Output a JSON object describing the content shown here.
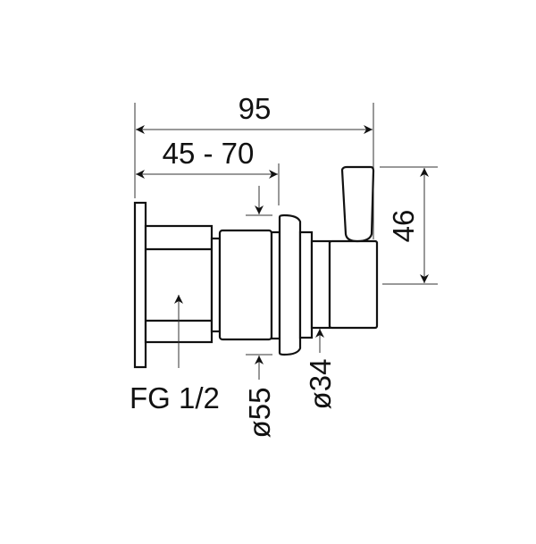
{
  "drawing": {
    "dimensions": {
      "overall_length": "95",
      "wall_depth_range": "45 - 70",
      "handle_height": "46",
      "rosette_diameter": "ø55",
      "body_diameter": "ø34",
      "connection": "FG 1/2"
    },
    "line_color": "#111111"
  }
}
